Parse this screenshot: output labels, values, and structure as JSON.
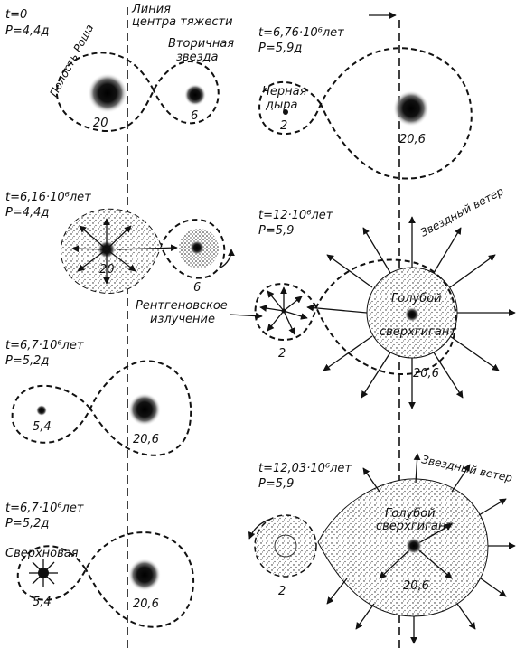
{
  "center_of_mass_label": [
    "Линия",
    "центра тяжести"
  ],
  "stages": [
    {
      "time": "t=0",
      "period": "P=4,4д",
      "labels": {
        "roche": "Полость Роша",
        "secondary": [
          "Вторичная",
          "звезда"
        ]
      },
      "masses": [
        "20",
        "6"
      ]
    },
    {
      "time": "t=6,16·10⁶лет",
      "period": "P=4,4д",
      "masses": [
        "20",
        "6"
      ]
    },
    {
      "time": "t=6,7·10⁶лет",
      "period": "P=5,2д",
      "masses": [
        "5,4",
        "20,6"
      ]
    },
    {
      "time": "t=6,7·10⁶лет",
      "period": "P=5,2д",
      "labels": {
        "supernova": "Сверхновая"
      },
      "masses": [
        "5,4",
        "20,6"
      ]
    },
    {
      "time": "t=6,76·10⁶лет",
      "period": "P=5,9д",
      "labels": {
        "black_hole": [
          "Черная",
          "дыра"
        ]
      },
      "masses": [
        "2",
        "20,6"
      ]
    },
    {
      "time": "t=12·10⁶лет",
      "period": "P=5,9",
      "labels": {
        "wind": "Звездный ветер",
        "xray": [
          "Рентгеновское",
          "излучение"
        ],
        "supergiant": [
          "Голубой",
          "сверхгигант"
        ]
      },
      "masses": [
        "2",
        "20,6"
      ]
    },
    {
      "time": "t=12,03·10⁶лет",
      "period": "P=5,9",
      "labels": {
        "wind": "Звездный ветер",
        "supergiant": [
          "Голубой",
          "сверхгигант"
        ]
      },
      "masses": [
        "2",
        "20,6"
      ]
    }
  ]
}
